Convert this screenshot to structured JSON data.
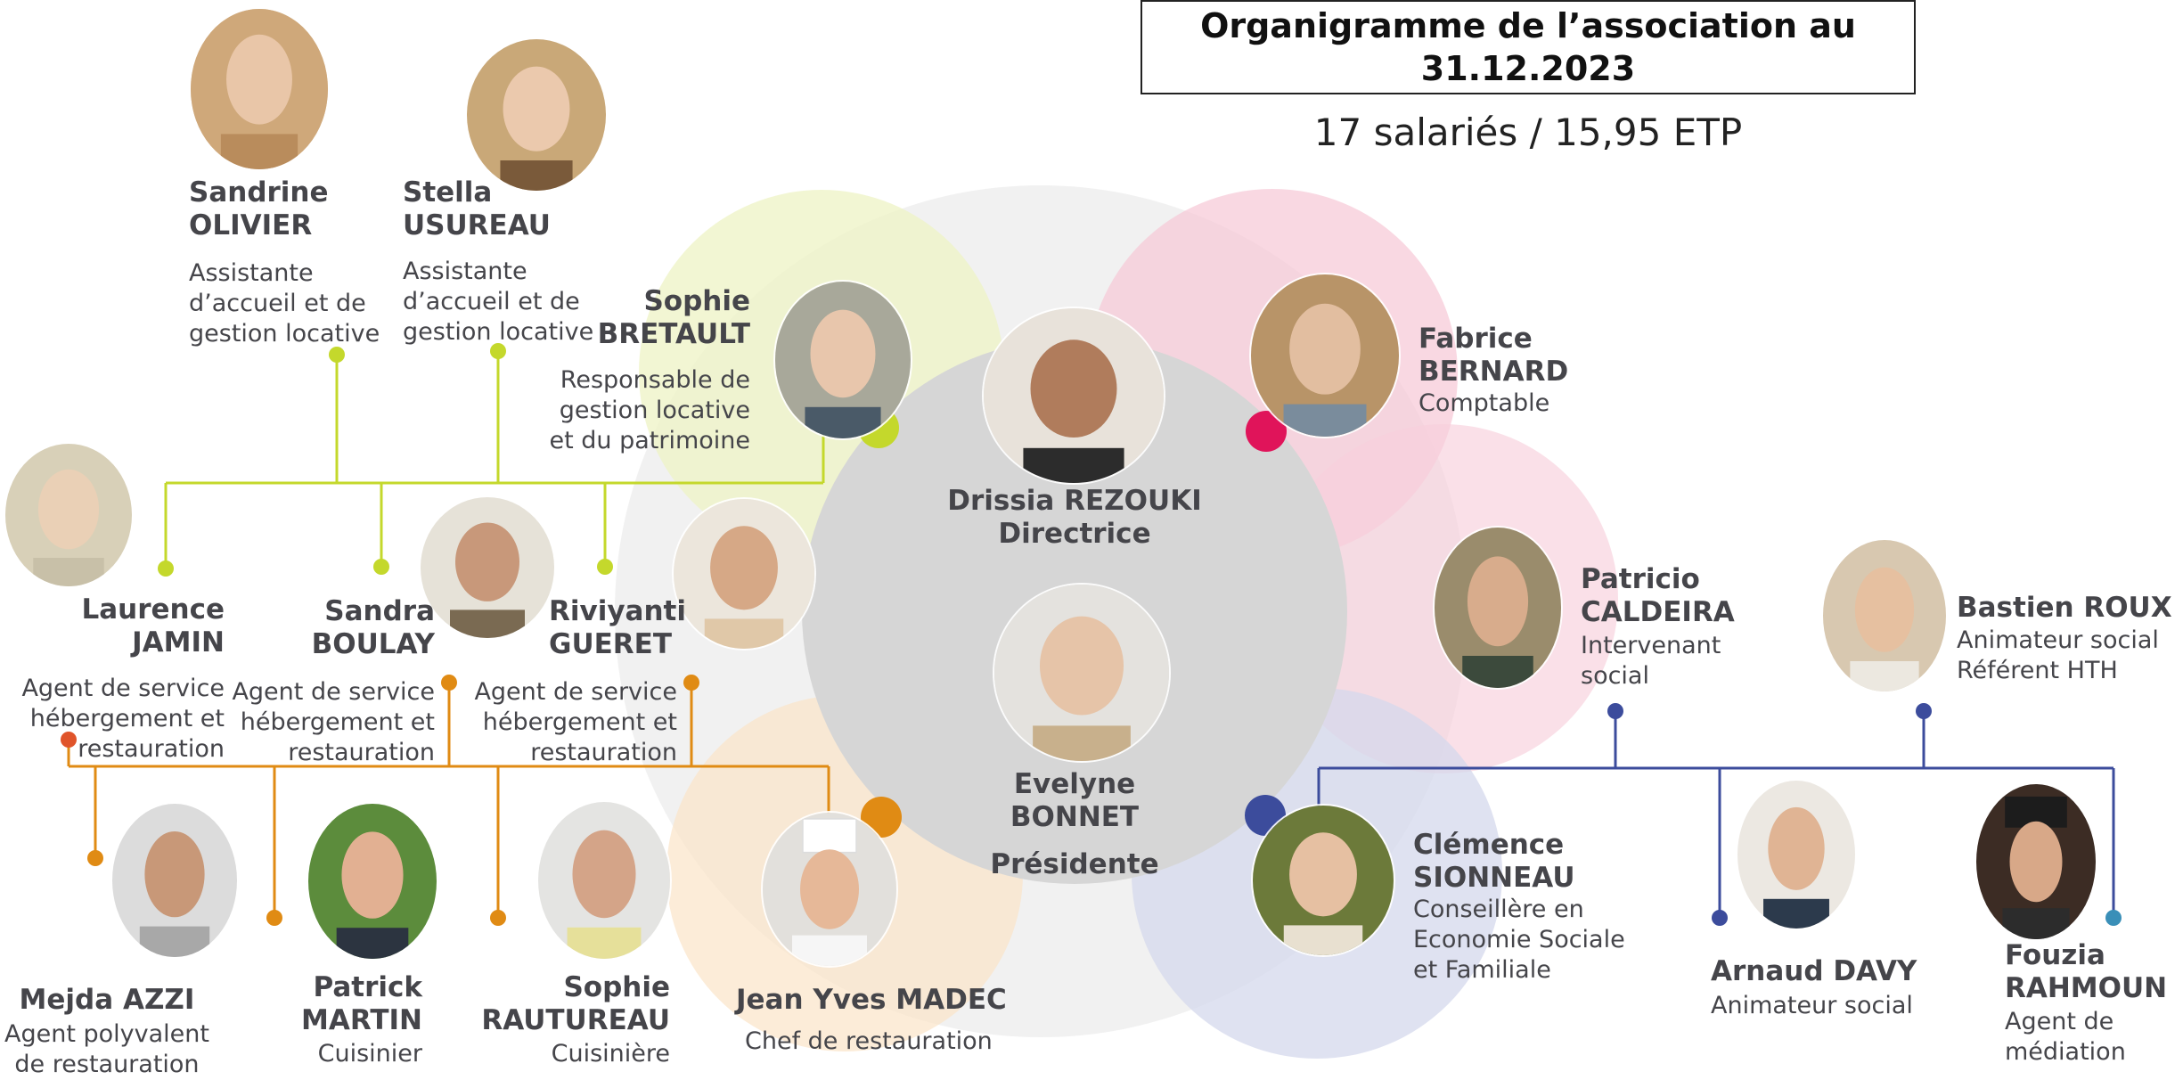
{
  "header": {
    "title_line1": "Organigramme de l’association au",
    "title_line2": "31.12.2023",
    "subtitle": "17 salariés / 15,95 ETP"
  },
  "colors": {
    "management": "#c8c8c8",
    "gestion_locative": "#c4d82c",
    "restauration": "#e08b14",
    "comptabilite": "#e0145a",
    "social": "#3c4c9c",
    "mediation": "#3a8fb8"
  },
  "people": {
    "drissia": {
      "name": "Drissia REZOUKI",
      "role": "Directrice"
    },
    "evelyne": {
      "first": "Evelyne",
      "last": "BONNET",
      "role": "Présidente"
    },
    "sandrine": {
      "first": "Sandrine",
      "last": "OLIVIER",
      "role1": "Assistante",
      "role2": "d’accueil et de",
      "role3": "gestion locative"
    },
    "stella": {
      "first": "Stella",
      "last": "USUREAU",
      "role1": "Assistante",
      "role2": "d’accueil et de",
      "role3": "gestion locative"
    },
    "sophie_b": {
      "first": "Sophie",
      "last": "BRETAULT",
      "role1": "Responsable de",
      "role2": "gestion locative",
      "role3": "et du patrimoine"
    },
    "laurence": {
      "first": "Laurence",
      "last": "JAMIN",
      "role1": "Agent de service",
      "role2": "hébergement et",
      "role3": "restauration"
    },
    "sandra": {
      "first": "Sandra",
      "last": "BOULAY",
      "role1": "Agent de service",
      "role2": "hébergement et",
      "role3": "restauration"
    },
    "riviyanti": {
      "first": "Riviyanti",
      "last": "GUERET",
      "role1": "Agent de service",
      "role2": "hébergement et",
      "role3": "restauration"
    },
    "mejda": {
      "name": "Mejda AZZI",
      "role1": "Agent polyvalent",
      "role2": "de restauration"
    },
    "patrick": {
      "first": "Patrick",
      "last": "MARTIN",
      "role": "Cuisinier"
    },
    "sophie_r": {
      "first": "Sophie",
      "last": "RAUTUREAU",
      "role": "Cuisinière"
    },
    "jean_yves": {
      "name": "Jean Yves MADEC",
      "role": "Chef de restauration"
    },
    "fabrice": {
      "first": "Fabrice",
      "last": "BERNARD",
      "role": "Comptable"
    },
    "patricio": {
      "first": "Patricio",
      "last": "CALDEIRA",
      "role1": "Intervenant",
      "role2": "social"
    },
    "bastien": {
      "name": "Bastien ROUX",
      "role1": "Animateur social",
      "role2": "Référent HTH"
    },
    "clemence": {
      "first": "Clémence",
      "last": "SIONNEAU",
      "role1": "Conseillère en",
      "role2": "Economie Sociale",
      "role3": "et Familiale"
    },
    "arnaud": {
      "name": "Arnaud DAVY",
      "role": "Animateur social"
    },
    "fouzia": {
      "first": "Fouzia",
      "last": "RAHMOUN",
      "role1": "Agent de",
      "role2": "médiation"
    }
  }
}
